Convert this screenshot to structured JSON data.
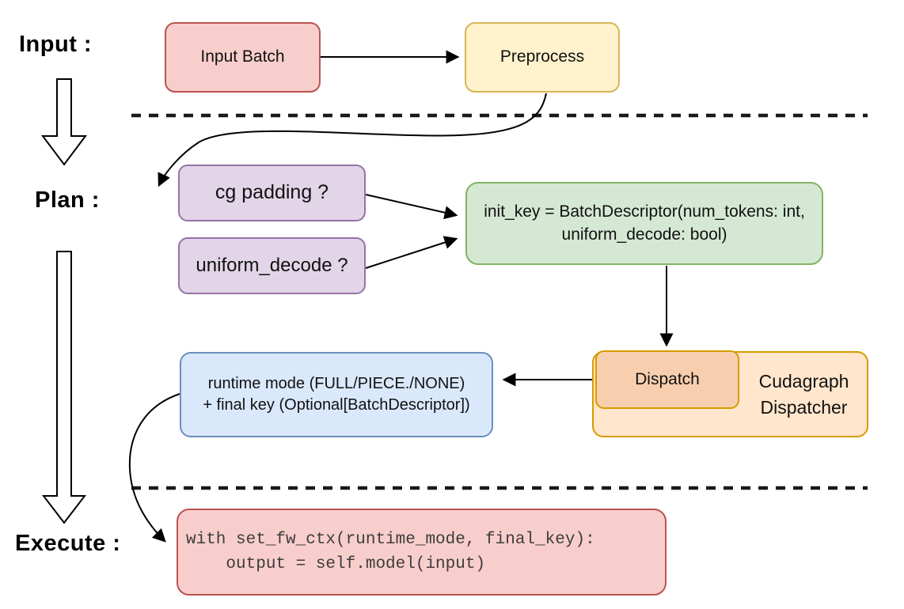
{
  "sections": {
    "input_label": "Input :",
    "plan_label": "Plan :",
    "execute_label": "Execute :"
  },
  "nodes": {
    "input_batch": {
      "label": "Input Batch"
    },
    "preprocess": {
      "label": "Preprocess"
    },
    "cg_padding": {
      "label": "cg padding ?"
    },
    "uniform_decode": {
      "label": "uniform_decode ?"
    },
    "init_key": {
      "line1": "init_key = BatchDescriptor(num_tokens: int,",
      "line2": "uniform_decode: bool)"
    },
    "dispatch": {
      "label": "Dispatch"
    },
    "cudagraph_dispatcher": {
      "line1": "Cudagraph",
      "line2": "Dispatcher"
    },
    "runtime_mode": {
      "line1": "runtime mode (FULL/PIECE./NONE)",
      "line2": "+ final key (Optional[BatchDescriptor])"
    },
    "execute_code": {
      "line1": "with set_fw_ctx(runtime_mode, final_key):",
      "line2": "    output = self.model(input)"
    }
  },
  "colors": {
    "red_fill": "#f8cecc",
    "red_stroke": "#b85450",
    "yellow_fill": "#fff2cc",
    "yellow_stroke": "#d6b656",
    "purple_fill": "#e1d5e7",
    "purple_stroke": "#9673a6",
    "green_fill": "#d5e8d4",
    "green_stroke": "#82b366",
    "blue_fill": "#dae8fc",
    "blue_stroke": "#6c8ebf",
    "orange_outer_fill": "#ffe6cc",
    "orange_inner_fill": "#f8cfae",
    "orange_stroke": "#d79b00",
    "connector": "#000000"
  }
}
